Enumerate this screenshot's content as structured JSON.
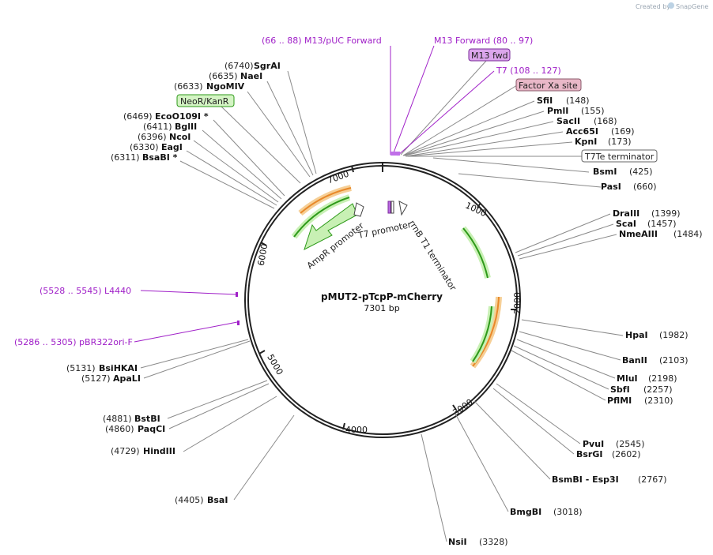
{
  "credit": {
    "created_by": "Created by",
    "brand": "SnapGene"
  },
  "plasmid": {
    "name": "pMUT2-pTcpP-mCherry",
    "size": "7301 bp"
  },
  "ticks": [
    "1000",
    "2000",
    "3000",
    "4000",
    "5000",
    "6000",
    "7000"
  ],
  "features": {
    "ampr_promoter": "AmpR promoter",
    "t7_promoter": "T7 promoter",
    "rrnb": "rrnB T1 terminator",
    "neor": "NeoR/KanR",
    "t7te": "T7Te terminator",
    "m13fwd": "M13 fwd",
    "factor_xa": "Factor Xa site"
  },
  "primers": {
    "m13puc": "(66 .. 88)  M13/pUC Forward",
    "m13fwd_primer": "M13 Forward    (80 .. 97)",
    "t7": "T7    (108 .. 127)",
    "l4440": "(5528 .. 5545)  L4440",
    "pbr322": "(5286 .. 5305)  pBR322ori-F"
  },
  "sites": [
    {
      "pos": "(6740)",
      "name": "SgrAI"
    },
    {
      "pos": "(6635)",
      "name": "NaeI"
    },
    {
      "pos": "(6633)",
      "name": "NgoMIV"
    },
    {
      "pos": "(6469)",
      "name": "EcoO109I *"
    },
    {
      "pos": "(6411)",
      "name": "BglII"
    },
    {
      "pos": "(6396)",
      "name": "NcoI"
    },
    {
      "pos": "(6330)",
      "name": "EagI"
    },
    {
      "pos": "(6311)",
      "name": "BsaBI *"
    },
    {
      "pos": "(148)",
      "name": "SfiI"
    },
    {
      "pos": "(155)",
      "name": "PmlI"
    },
    {
      "pos": "(168)",
      "name": "SacII"
    },
    {
      "pos": "(169)",
      "name": "Acc65I"
    },
    {
      "pos": "(173)",
      "name": "KpnI"
    },
    {
      "pos": "(425)",
      "name": "BsmI"
    },
    {
      "pos": "(660)",
      "name": "PasI"
    },
    {
      "pos": "(1399)",
      "name": "DraIII"
    },
    {
      "pos": "(1457)",
      "name": "ScaI"
    },
    {
      "pos": "(1484)",
      "name": "NmeAIII"
    },
    {
      "pos": "(1982)",
      "name": "HpaI"
    },
    {
      "pos": "(2103)",
      "name": "BanII"
    },
    {
      "pos": "(2198)",
      "name": "MluI"
    },
    {
      "pos": "(2257)",
      "name": "SbfI"
    },
    {
      "pos": "(2310)",
      "name": "PflMI"
    },
    {
      "pos": "(2545)",
      "name": "PvuI"
    },
    {
      "pos": "(2602)",
      "name": "BsrGI"
    },
    {
      "pos": "(2767)",
      "name": "BsmBI  - Esp3I"
    },
    {
      "pos": "(3018)",
      "name": "BmgBI"
    },
    {
      "pos": "(3328)",
      "name": "NsiI"
    },
    {
      "pos": "(4405)",
      "name": "BsaI"
    },
    {
      "pos": "(4729)",
      "name": "HindIII"
    },
    {
      "pos": "(4860)",
      "name": "PaqCI"
    },
    {
      "pos": "(4881)",
      "name": "BstBI"
    },
    {
      "pos": "(5127)",
      "name": "ApaLI"
    },
    {
      "pos": "(5131)",
      "name": "BsiHKAI"
    }
  ],
  "colors": {
    "primer": "#a020c8",
    "feature_green": "#2e9a1a",
    "feature_orange": "#e8892a",
    "backbone": "#222222"
  }
}
